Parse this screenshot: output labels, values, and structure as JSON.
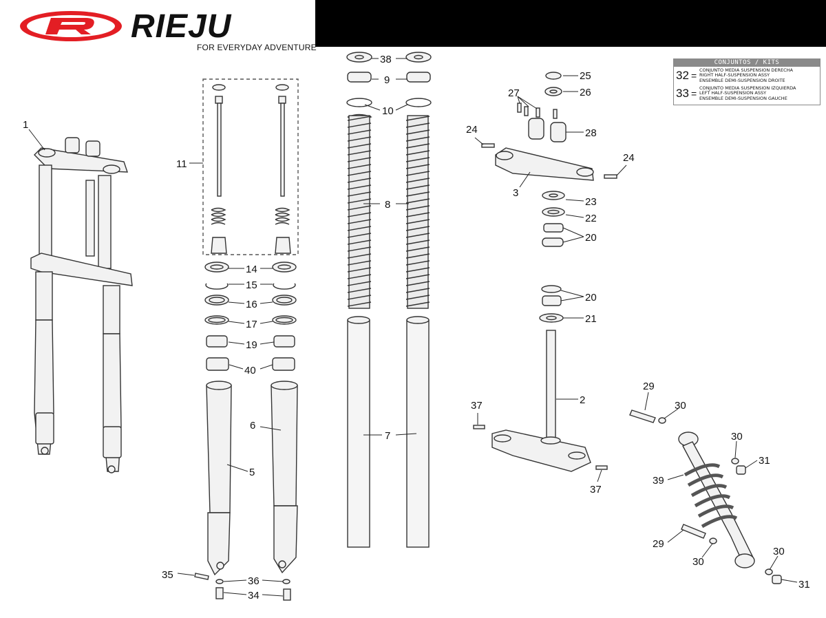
{
  "brand": {
    "logo_text": "RIEJU",
    "tagline": "FOR EVERYDAY ADVENTURE",
    "logo_color": "#e31e24"
  },
  "kits": {
    "header": "CONJUNTOS / KITS",
    "items": [
      {
        "number": "32",
        "equals": "=",
        "lines": [
          "CONJUNTO MEDIA SUSPENSION DERECHA",
          "RIGHT HALF-SUSPENSION ASSY",
          "ENSEMBLE DEMI-SUSPENSION DROITE"
        ]
      },
      {
        "number": "33",
        "equals": "=",
        "lines": [
          "CONJUNTO MEDIA SUSPENSION IZQUIERDA",
          "LEFT HALF-SUSPENSION ASSY",
          "ENSEMBLE DEMI-SUSPENSION GAUCHE"
        ]
      }
    ]
  },
  "callouts": [
    "1",
    "38",
    "9",
    "10",
    "11",
    "8",
    "14",
    "15",
    "16",
    "17",
    "19",
    "40",
    "6",
    "5",
    "7",
    "35",
    "36",
    "34",
    "25",
    "26",
    "27",
    "28",
    "24",
    "24",
    "3",
    "23",
    "22",
    "20",
    "20",
    "21",
    "2",
    "37",
    "37",
    "29",
    "30",
    "30",
    "31",
    "39",
    "29",
    "30",
    "30",
    "31"
  ]
}
